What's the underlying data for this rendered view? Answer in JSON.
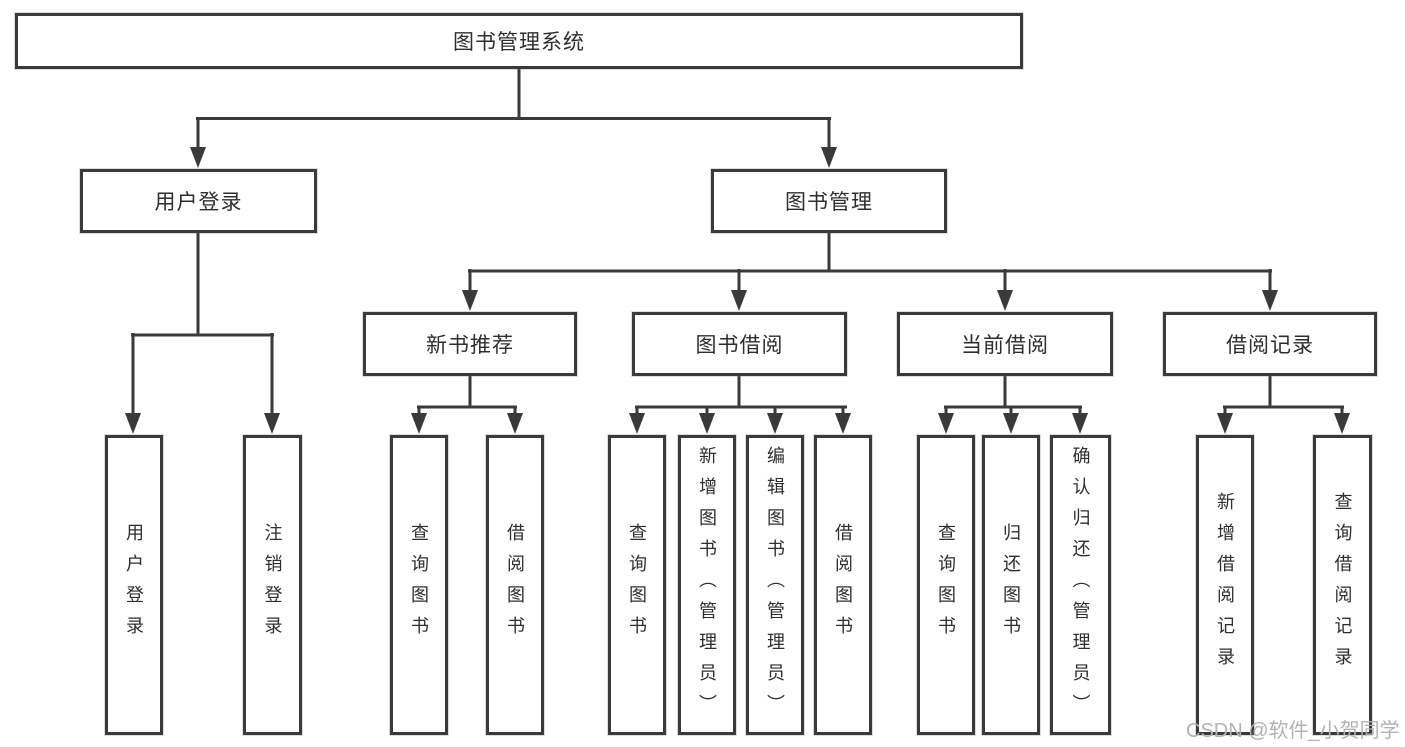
{
  "diagram": {
    "type": "hierarchy-tree",
    "root": {
      "label": "图书管理系统"
    },
    "level2": {
      "user_login": {
        "label": "用户登录"
      },
      "book_mgmt": {
        "label": "图书管理"
      }
    },
    "level3": {
      "new_book_rec": {
        "label": "新书推荐"
      },
      "book_borrow": {
        "label": "图书借阅"
      },
      "current_borrow": {
        "label": "当前借阅"
      },
      "borrow_records": {
        "label": "借阅记录"
      }
    },
    "leaves": {
      "ul_user_login": {
        "label": "用户登录"
      },
      "ul_logout": {
        "label": "注销登录"
      },
      "nr_query_books": {
        "label": "查询图书"
      },
      "nr_borrow_books": {
        "label": "借阅图书"
      },
      "bb_query_books": {
        "label": "查询图书"
      },
      "bb_add_books": {
        "label": "新增图书（管理员）"
      },
      "bb_edit_books": {
        "label": "编辑图书（管理员）"
      },
      "bb_borrow_books": {
        "label": "借阅图书"
      },
      "cb_query_books": {
        "label": "查询图书"
      },
      "cb_return_books": {
        "label": "归还图书"
      },
      "cb_confirm_return": {
        "label": "确认归还（管理员）"
      },
      "br_add_record": {
        "label": "新增借阅记录"
      },
      "br_query_record": {
        "label": "查询借阅记录"
      }
    }
  },
  "watermark": {
    "text": "CSDN @软件_小贺同学"
  },
  "colors": {
    "line": "#3a3a3a",
    "text": "#2e2e2e",
    "watermark": "#b3b3b3",
    "background": "#ffffff"
  }
}
